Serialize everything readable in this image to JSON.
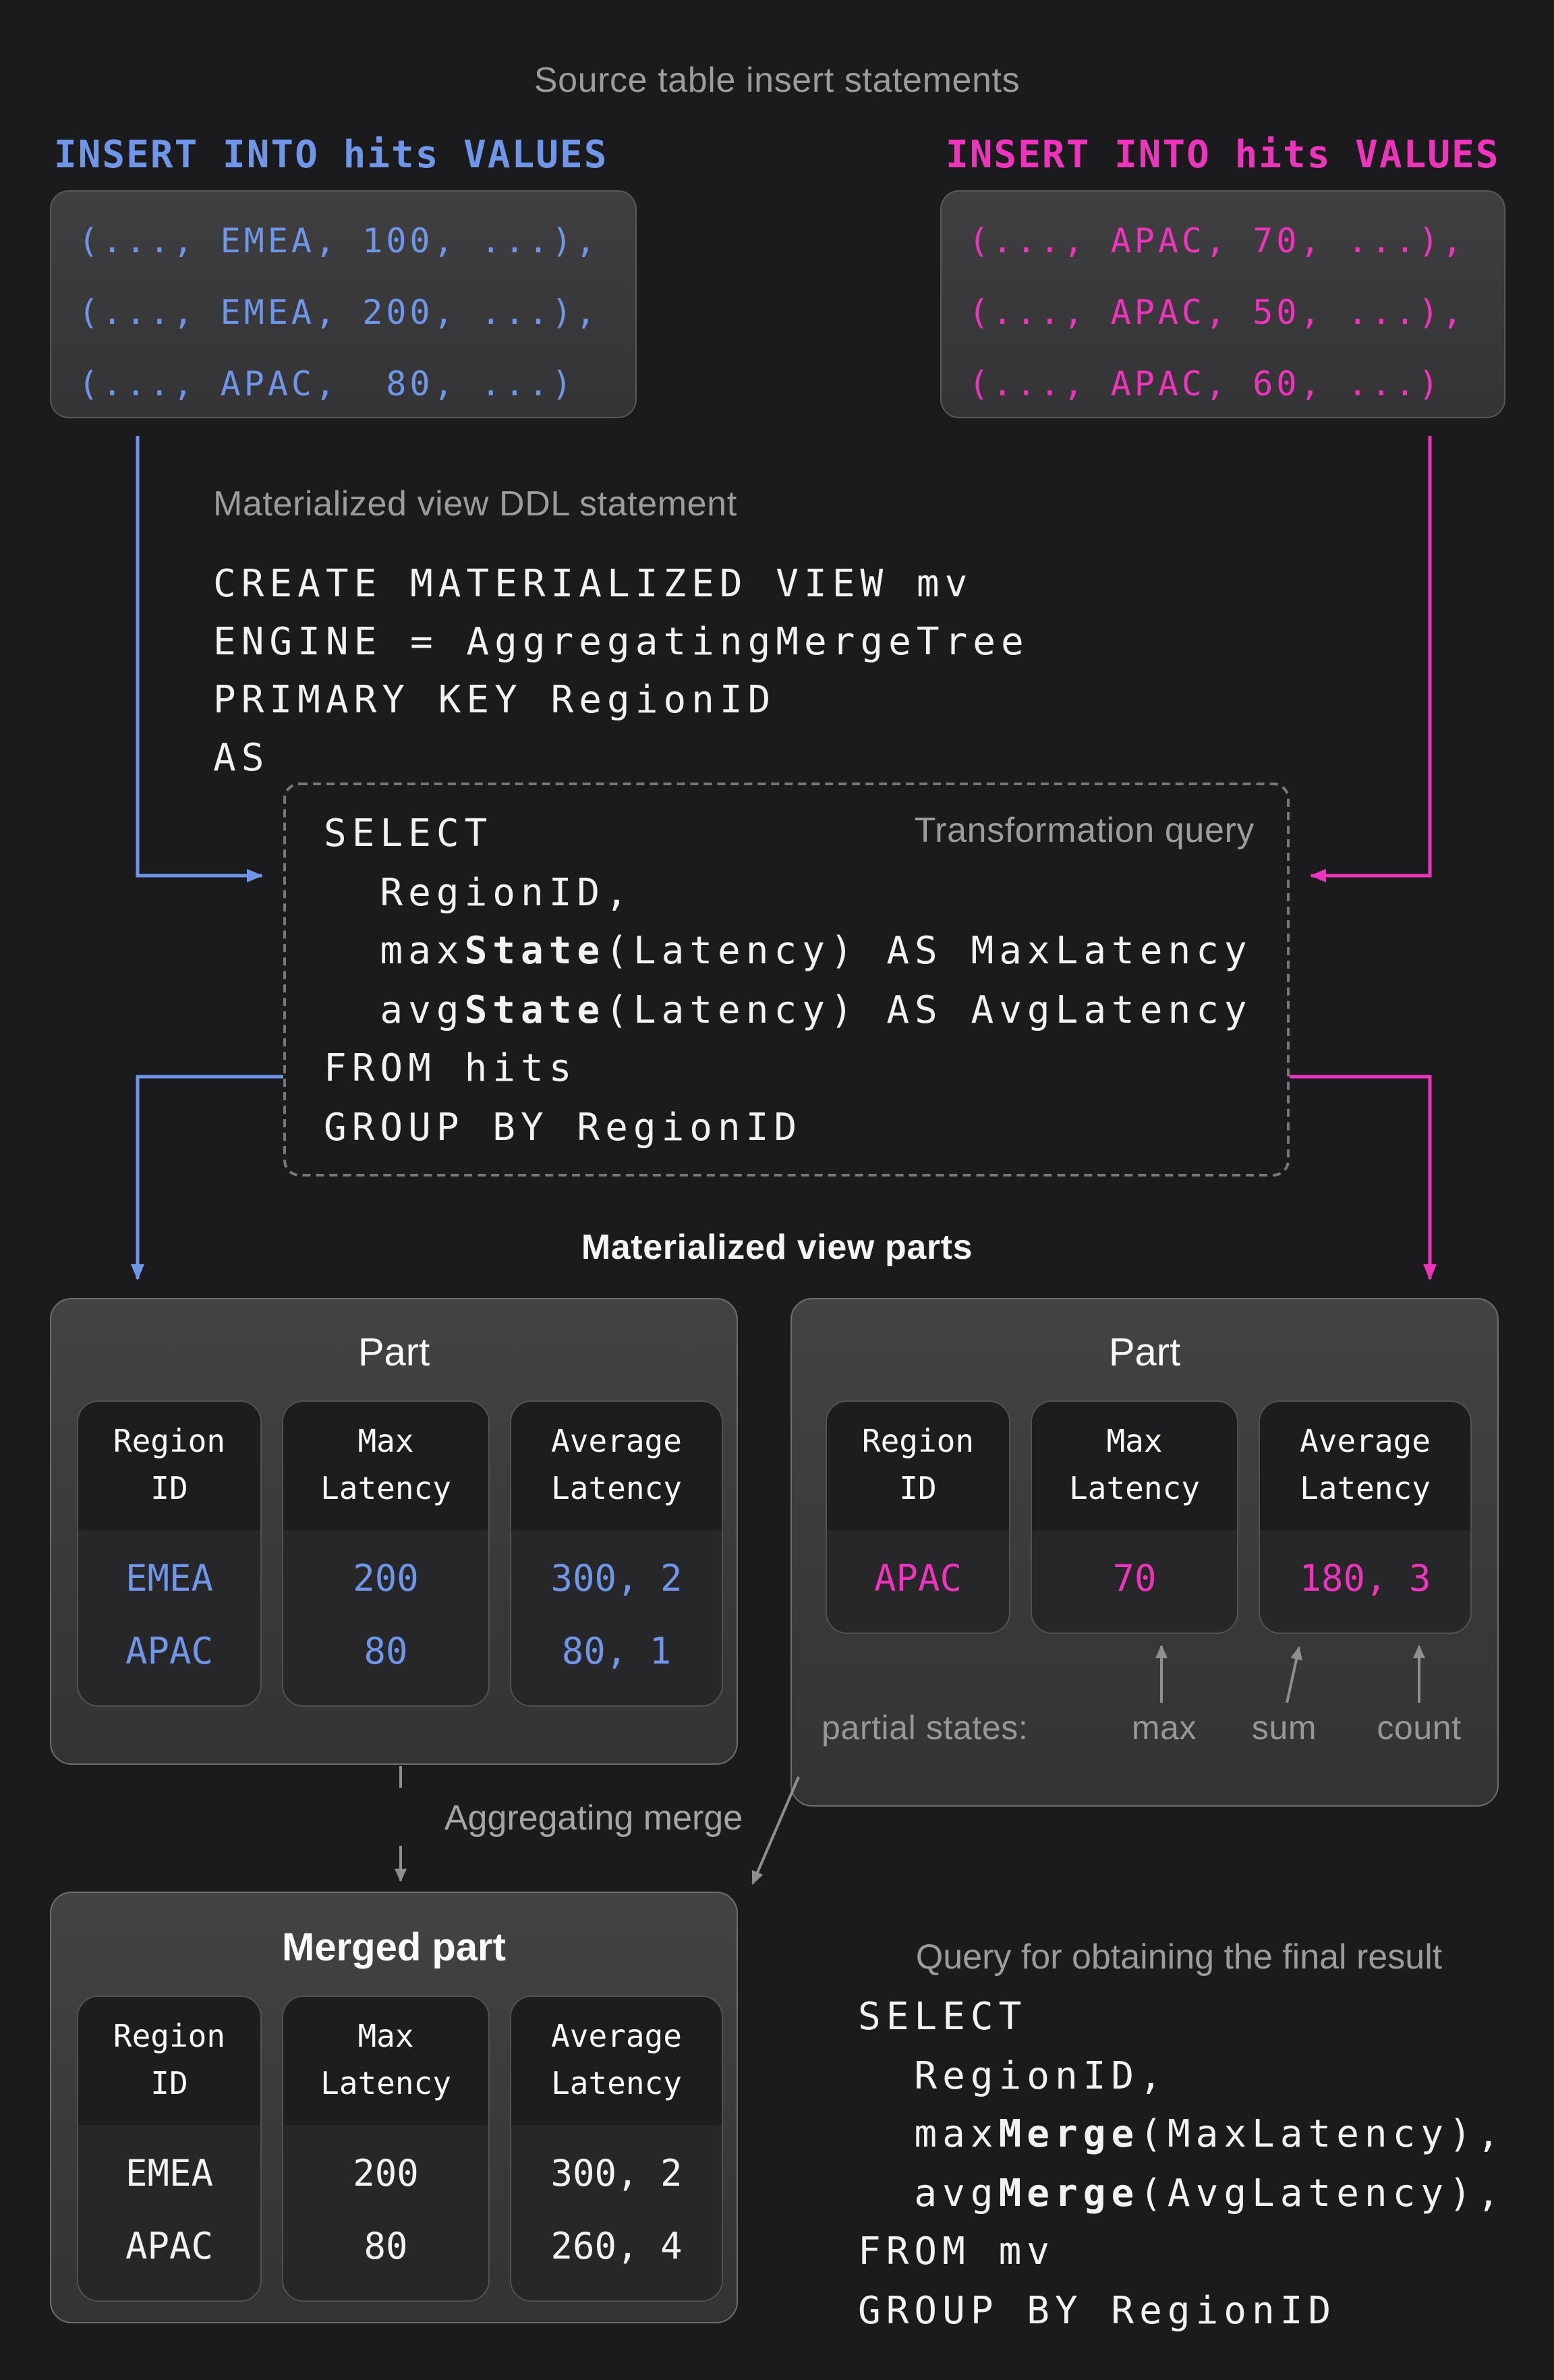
{
  "colors": {
    "blue": "#7096ea",
    "magenta": "#ee34bd",
    "gray_text": "#9c9c9e",
    "gray_line": "#8f8f91",
    "white": "#f2f2f2",
    "background": "#1b1b1d"
  },
  "headings": {
    "source": "Source table insert statements",
    "ddl": "Materialized view DDL statement",
    "transformation": "Transformation query",
    "parts": "Materialized view parts",
    "aggregating_merge": "Aggregating merge",
    "final": "Query for obtaining the final result"
  },
  "inserts": {
    "left": {
      "label": "INSERT INTO hits VALUES",
      "lines": [
        [
          {
            "t": "(..., EMEA, 100, ...),"
          }
        ],
        [
          {
            "t": "(..., EMEA, 200, ...),"
          }
        ],
        [
          {
            "t": "(..., APAC,  80, ...)"
          }
        ]
      ]
    },
    "right": {
      "label": "INSERT INTO hits VALUES",
      "lines": [
        [
          {
            "t": "(..., APAC, 70, ...),"
          }
        ],
        [
          {
            "t": "(..., APAC, 50, ...),"
          }
        ],
        [
          {
            "t": "(..., APAC, 60, ...)"
          }
        ]
      ]
    }
  },
  "ddl": {
    "lines": [
      [
        {
          "t": "CREATE MATERIALIZED VIEW mv"
        }
      ],
      [
        {
          "t": "ENGINE = AggregatingMergeTree"
        }
      ],
      [
        {
          "t": "PRIMARY KEY RegionID"
        }
      ],
      [
        {
          "t": "AS"
        }
      ]
    ]
  },
  "transform": {
    "lines": [
      [
        {
          "t": "SELECT"
        }
      ],
      [
        {
          "t": "  RegionID,"
        }
      ],
      [
        {
          "t": "  max"
        },
        {
          "t": "State",
          "b": true
        },
        {
          "t": "(Latency) AS MaxLatency"
        }
      ],
      [
        {
          "t": "  avg"
        },
        {
          "t": "State",
          "b": true
        },
        {
          "t": "(Latency) AS AvgLatency"
        }
      ],
      [
        {
          "t": "FROM hits"
        }
      ],
      [
        {
          "t": "GROUP BY RegionID"
        }
      ]
    ]
  },
  "tables": {
    "left": {
      "title": "Part",
      "value_color": "#7096ea",
      "columns": [
        {
          "header": [
            "Region",
            "ID"
          ],
          "values": [
            "EMEA",
            "APAC"
          ]
        },
        {
          "header": [
            "Max",
            "Latency"
          ],
          "values": [
            "200",
            "80"
          ]
        },
        {
          "header": [
            "Average",
            "Latency"
          ],
          "values": [
            "300, 2",
            "80, 1"
          ]
        }
      ]
    },
    "right": {
      "title": "Part",
      "value_color": "#ee34bd",
      "columns": [
        {
          "header": [
            "Region",
            "ID"
          ],
          "values": [
            "APAC"
          ]
        },
        {
          "header": [
            "Max",
            "Latency"
          ],
          "values": [
            "70"
          ]
        },
        {
          "header": [
            "Average",
            "Latency"
          ],
          "values": [
            "180, 3"
          ]
        }
      ]
    },
    "merged": {
      "title": "Merged part",
      "value_color": "#f2f2f2",
      "columns": [
        {
          "header": [
            "Region",
            "ID"
          ],
          "values": [
            "EMEA",
            "APAC"
          ]
        },
        {
          "header": [
            "Max",
            "Latency"
          ],
          "values": [
            "200",
            "80"
          ]
        },
        {
          "header": [
            "Average",
            "Latency"
          ],
          "values": [
            "300, 2",
            "260, 4"
          ]
        }
      ]
    }
  },
  "partial_states": {
    "label": "partial states:",
    "markers": [
      "max",
      "sum",
      "count"
    ]
  },
  "final_query": {
    "lines": [
      [
        {
          "t": "SELECT"
        }
      ],
      [
        {
          "t": "  RegionID,"
        }
      ],
      [
        {
          "t": "  max"
        },
        {
          "t": "Merge",
          "b": true
        },
        {
          "t": "(MaxLatency),"
        }
      ],
      [
        {
          "t": "  avg"
        },
        {
          "t": "Merge",
          "b": true
        },
        {
          "t": "(AvgLatency),"
        }
      ],
      [
        {
          "t": "FROM mv"
        }
      ],
      [
        {
          "t": "GROUP BY RegionID"
        }
      ]
    ]
  }
}
